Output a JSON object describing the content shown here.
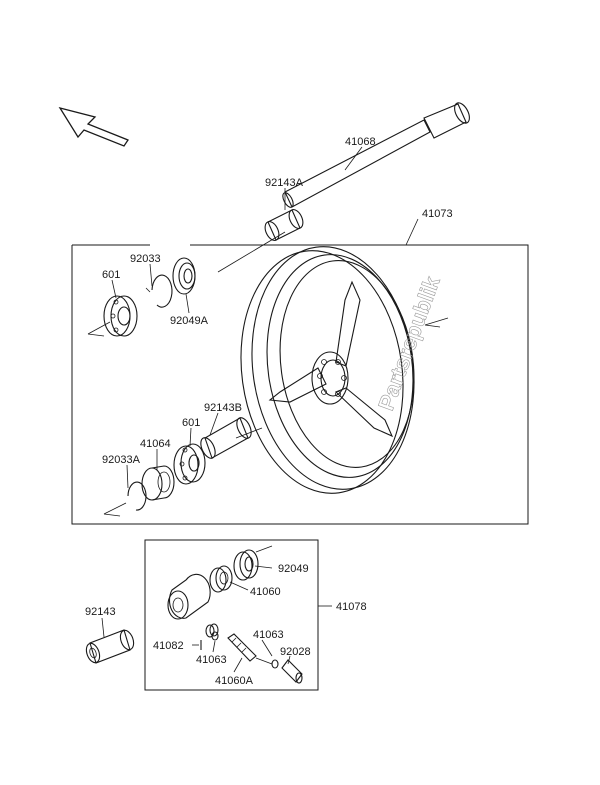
{
  "diagram": {
    "watermark": "Partsrepublik",
    "labels": {
      "p41068": "41068",
      "p92143A": "92143A",
      "p41073": "41073",
      "p92033": "92033",
      "p601a": "601",
      "p92049A": "92049A",
      "p92143B": "92143B",
      "p601b": "601",
      "p41064": "41064",
      "p92033A": "92033A",
      "p92049": "92049",
      "p41060": "41060",
      "p41078": "41078",
      "p92143": "92143",
      "p41082": "41082",
      "p41063a": "41063",
      "p41063b": "41063",
      "p92028": "92028",
      "p41060A": "41060A"
    }
  }
}
